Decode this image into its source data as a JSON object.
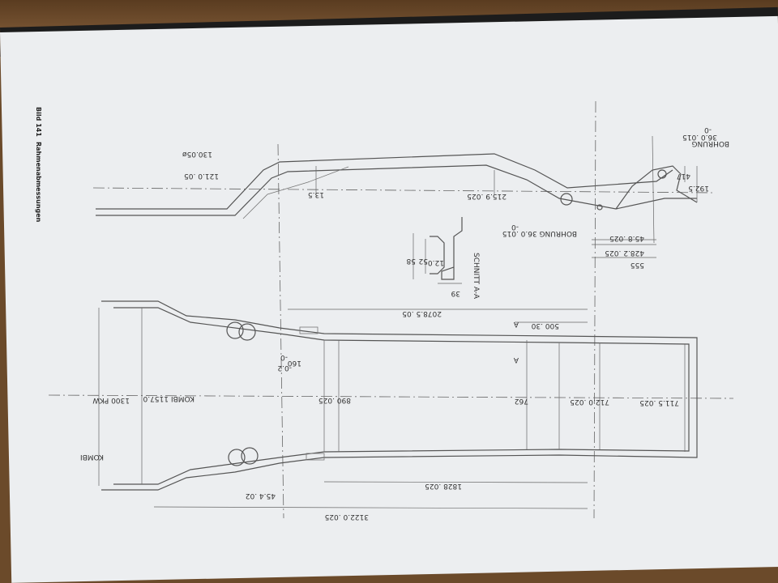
{
  "caption": {
    "figure": "Bild 141",
    "title": "Rahmenabmessungen"
  },
  "side_view": {
    "dims": [
      "130.05ø",
      "121.0 .05",
      "13.5",
      "215.9 .025",
      "417",
      "192.5",
      "45.8 .025",
      "428.2 .025",
      "555"
    ],
    "bore_top": [
      "BOHRUNG",
      "36.0 .015",
      "-0"
    ],
    "bore_mid": [
      "BOHRUNG 36.0 .015",
      "-0"
    ]
  },
  "section": {
    "title": "SCHNITT A-A",
    "dims": [
      "12.0",
      "52",
      "58",
      "39"
    ]
  },
  "top_view": {
    "dims": [
      "2078.5 .05",
      "500 .30",
      "160",
      "-0.2",
      "-0",
      "890 .025",
      "762",
      "712.0 .025",
      "711.5 .025",
      "1300 PKW",
      "1157.0",
      "KOMBI",
      "KOMBI",
      "1828 .025",
      "45.4 .02",
      "3122.0 .025"
    ],
    "section_marks": [
      "A",
      "A"
    ]
  }
}
